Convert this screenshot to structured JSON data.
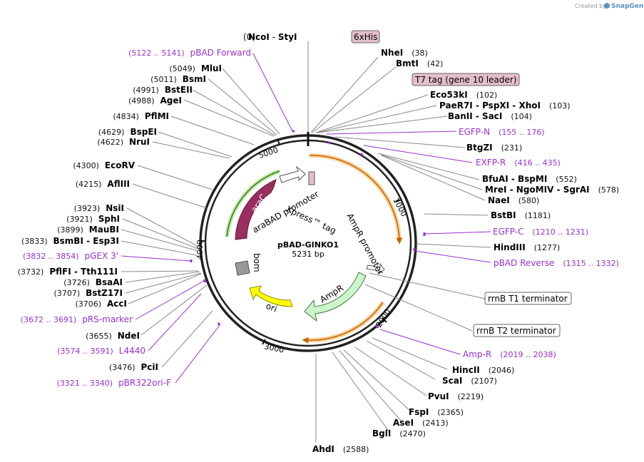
{
  "credit": {
    "prefix": "Created by",
    "brand": "SnapGene"
  },
  "plasmid": {
    "name": "pBAD-GINKO1",
    "length_label": "5231 bp"
  },
  "ticks": [
    "1000",
    "2000",
    "3000",
    "4000",
    "5000"
  ],
  "sites_top": [
    {
      "pos": "(0)",
      "name": "NcoI",
      "sep": " - ",
      "name2": "StyI"
    }
  ],
  "features_boxed": [
    {
      "label": "6xHis",
      "color": "#e4bfca"
    },
    {
      "label": "T7 tag (gene 10 leader)",
      "color": "#e4bfca"
    },
    {
      "label": "rrnB T1 terminator",
      "color": "#ffffff"
    },
    {
      "label": "rrnB T2 terminator",
      "color": "#ffffff"
    }
  ],
  "right_labels": [
    {
      "name": "NheI",
      "pos": "(38)"
    },
    {
      "name": "BmtI",
      "pos": "(42)"
    },
    {
      "name": "Eco53kI",
      "pos": "(102)"
    },
    {
      "name": "PaeR7I - PspXI - XhoI",
      "pos": "(103)"
    },
    {
      "name": "BanII - SacI",
      "pos": "(104)"
    },
    {
      "name": "BtgZI",
      "pos": "(231)"
    },
    {
      "name": "BfuAI - BspMI",
      "pos": "(552)"
    },
    {
      "name": "MreI - NgoMIV - SgrAI",
      "pos": "(578)"
    },
    {
      "name": "NaeI",
      "pos": "(580)"
    },
    {
      "name": "BstBI",
      "pos": "(1181)"
    },
    {
      "name": "HindIII",
      "pos": "(1277)"
    },
    {
      "name": "HincII",
      "pos": "(2046)"
    },
    {
      "name": "ScaI",
      "pos": "(2107)"
    },
    {
      "name": "PvuI",
      "pos": "(2219)"
    },
    {
      "name": "FspI",
      "pos": "(2365)"
    },
    {
      "name": "AseI",
      "pos": "(2413)"
    },
    {
      "name": "BglI",
      "pos": "(2470)"
    },
    {
      "name": "AhdI",
      "pos": "(2588)"
    }
  ],
  "right_primers": [
    {
      "name": "EGFP-N",
      "pos": "(155 .. 176)"
    },
    {
      "name": "EXFP-R",
      "pos": "(416 .. 435)"
    },
    {
      "name": "EGFP-C",
      "pos": "(1210 .. 1231)"
    },
    {
      "name": "pBAD Reverse",
      "pos": "(1315 .. 1332)"
    },
    {
      "name": "Amp-R",
      "pos": "(2019 .. 2038)"
    }
  ],
  "left_labels": [
    {
      "name": "MluI",
      "pos": "(5049)"
    },
    {
      "name": "BsmI",
      "pos": "(5011)"
    },
    {
      "name": "BstEII",
      "pos": "(4991)"
    },
    {
      "name": "AgeI",
      "pos": "(4988)"
    },
    {
      "name": "PflMI",
      "pos": "(4834)"
    },
    {
      "name": "BspEI",
      "pos": "(4629)"
    },
    {
      "name": "NruI",
      "pos": "(4622)"
    },
    {
      "name": "EcoRV",
      "pos": "(4300)"
    },
    {
      "name": "AflIII",
      "pos": "(4215)"
    },
    {
      "name": "NsiI",
      "pos": "(3923)"
    },
    {
      "name": "SphI",
      "pos": "(3921)"
    },
    {
      "name": "MauBI",
      "pos": "(3899)"
    },
    {
      "name": "BsmBI - Esp3I",
      "pos": "(3833)"
    },
    {
      "name": "PflFI - Tth111I",
      "pos": "(3732)"
    },
    {
      "name": "BsaAI",
      "pos": "(3726)"
    },
    {
      "name": "BstZ17I",
      "pos": "(3707)"
    },
    {
      "name": "AccI",
      "pos": "(3706)"
    },
    {
      "name": "NdeI",
      "pos": "(3655)"
    },
    {
      "name": "PciI",
      "pos": "(3476)"
    }
  ],
  "left_primers": [
    {
      "name": "pBAD Forward",
      "pos": "(5122 .. 5141)"
    },
    {
      "name": "pGEX 3'",
      "pos": "(3832 .. 3854)"
    },
    {
      "name": "pRS-marker",
      "pos": "(3672 .. 3691)"
    },
    {
      "name": "L4440",
      "pos": "(3574 .. 3591)"
    },
    {
      "name": "pBR322ori-F",
      "pos": "(3321 .. 3340)"
    }
  ],
  "inner_features": [
    {
      "label": "araC",
      "color": "#9c2d5f"
    },
    {
      "label": "araBAD promoter",
      "color": "#ffffff"
    },
    {
      "label": "Xpress™ tag",
      "color": "#e4bfca"
    },
    {
      "label": "AmpR promoter",
      "color": "#ffffff"
    },
    {
      "label": "AmpR",
      "color": "#ccf5cc"
    },
    {
      "label": "ori",
      "color": "#ffff00"
    },
    {
      "label": "bom",
      "color": "#999999"
    }
  ],
  "colors": {
    "primer": "#9a2fd4",
    "orf": "#f5a623",
    "backbone": "#222222"
  }
}
